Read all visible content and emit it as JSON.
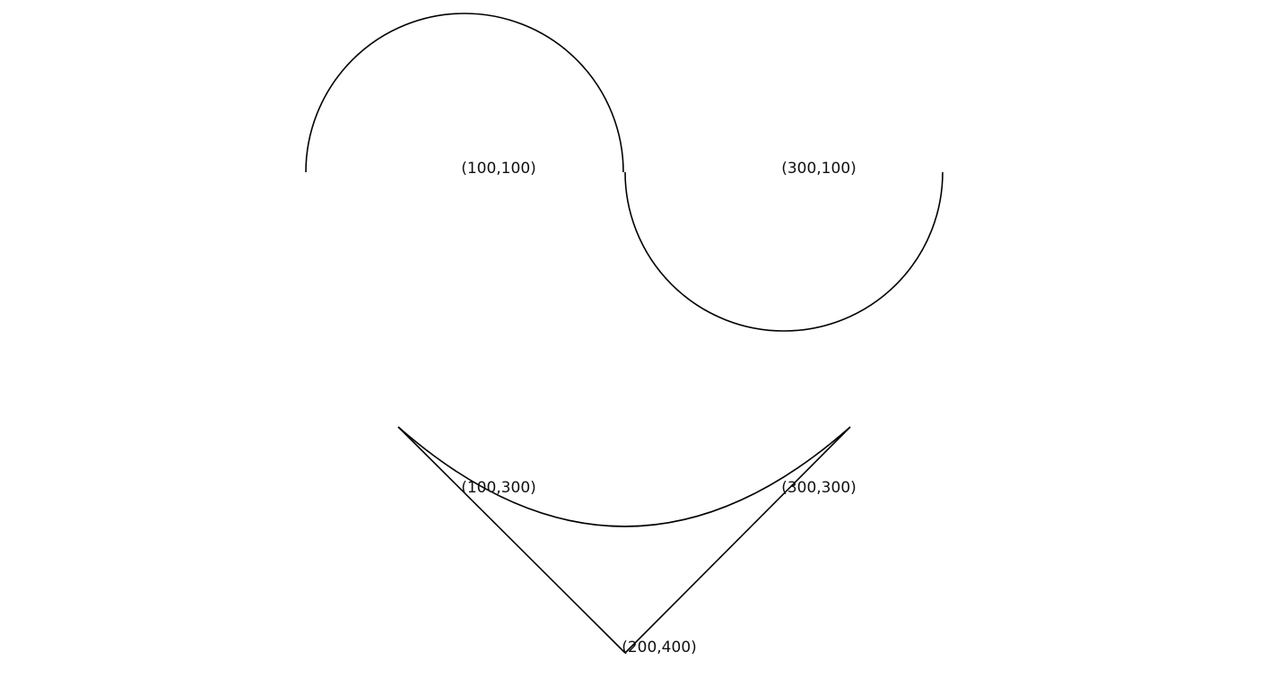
{
  "labels": {
    "p1": "(100,100)",
    "p2": "(300,100)",
    "p3": "(100,300)",
    "p4": "(300,300)",
    "p5": "(200,400)"
  }
}
